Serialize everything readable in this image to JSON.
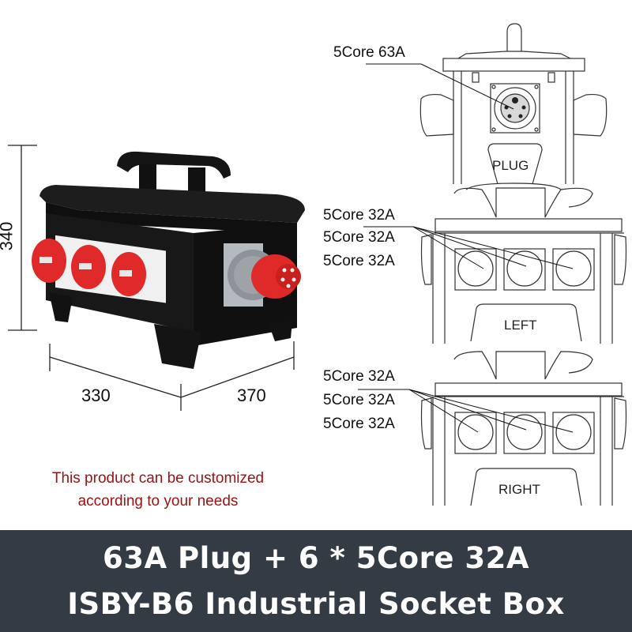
{
  "dimensions": {
    "height": "340",
    "width": "330",
    "depth": "370"
  },
  "product_photo": {
    "description": "Black industrial socket box with carry handle, three red 32A sockets on left face, red 63A plug on right face",
    "colors": {
      "body": "#1a1a1a",
      "socket_red": "#e02a2a",
      "socket_white": "#f2f2f2",
      "plug_grey": "#9aa0a6"
    }
  },
  "customization_note": {
    "line1": "This product can be customized",
    "line2": "according to your needs",
    "color": "#a01212"
  },
  "diagrams": {
    "plug": {
      "label": "PLUG",
      "callouts": [
        "5Core 63A"
      ]
    },
    "left": {
      "label": "LEFT",
      "callouts": [
        "5Core 32A",
        "5Core 32A",
        "5Core 32A"
      ]
    },
    "right": {
      "label": "RIGHT",
      "callouts": [
        "5Core 32A",
        "5Core 32A",
        "5Core 32A"
      ]
    }
  },
  "banner": {
    "line1": "63A Plug + 6 * 5Core 32A",
    "line2": "ISBY-B6 Industrial Socket Box",
    "background": "#333b45"
  }
}
